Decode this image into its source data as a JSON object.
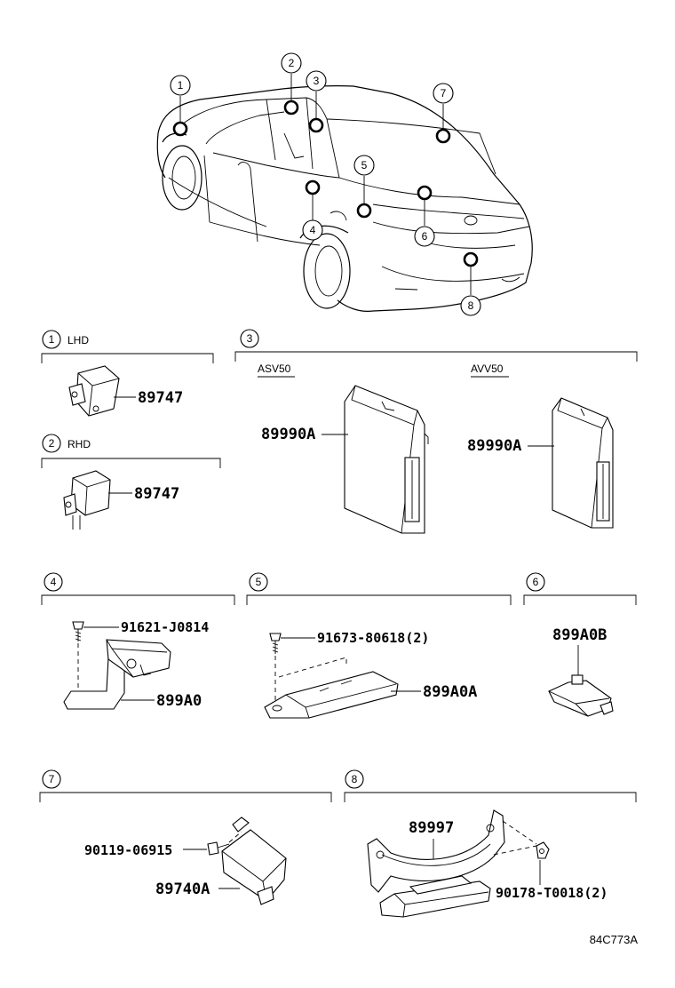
{
  "callouts": [
    "1",
    "2",
    "3",
    "4",
    "5",
    "6",
    "7",
    "8"
  ],
  "sections": {
    "s1": {
      "num": "1",
      "label": "LHD",
      "part": "89747"
    },
    "s2": {
      "num": "2",
      "label": "RHD",
      "part": "89747"
    },
    "s3": {
      "num": "3",
      "left_label": "ASV50",
      "right_label": "AVV50",
      "left_part": "89990A",
      "right_part": "89990A"
    },
    "s4": {
      "num": "4",
      "bolt": "91621-J0814",
      "part": "899A0"
    },
    "s5": {
      "num": "5",
      "bolt": "91673-80618(2)",
      "part": "899A0A"
    },
    "s6": {
      "num": "6",
      "part": "899A0B"
    },
    "s7": {
      "num": "7",
      "bolt": "90119-06915",
      "part": "89740A"
    },
    "s8": {
      "num": "8",
      "part": "89997",
      "nut": "90178-T0018(2)"
    }
  },
  "drawing_code": "84C773A"
}
